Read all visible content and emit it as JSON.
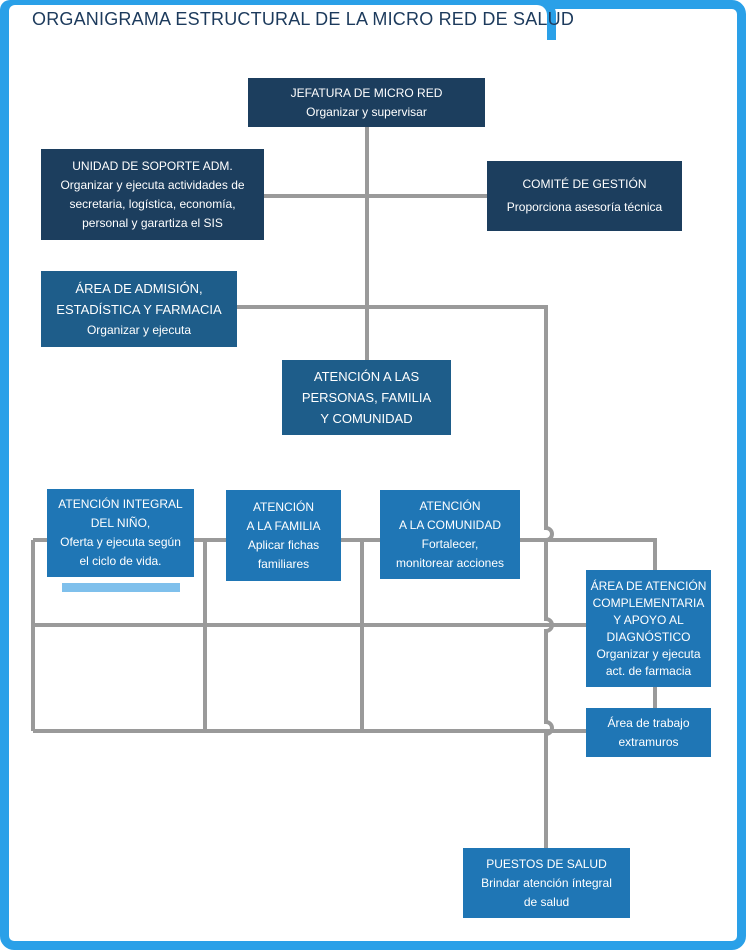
{
  "title": "ORGANIGRAMA ESTRUCTURAL DE LA MICRO RED DE SALUD",
  "colors": {
    "frame": "#2aa0e8",
    "connector": "#9a9a9a",
    "box_dark": "#1c3e5e",
    "box_mid": "#1e5d8a",
    "box_light": "#1f76b5"
  },
  "boxes": {
    "jefatura": {
      "lines": [
        "JEFATURA DE MICRO RED",
        "Organizar y supervisar"
      ]
    },
    "soporte": {
      "lines": [
        "UNIDAD DE  SOPORTE ADM.",
        "Organizar y ejecuta actividades de",
        "secretaria, logística, economía,",
        "personal y garartiza el SIS"
      ]
    },
    "comite": {
      "lines": [
        "COMITÉ DE  GESTIÓN",
        "Proporciona  asesoría técnica"
      ]
    },
    "admision": {
      "lines": [
        "ÁREA DE ADMISIÓN,",
        "ESTADÍSTICA Y FARMACIA",
        "Organizar y ejecuta"
      ]
    },
    "atencion_personas": {
      "lines": [
        "ATENCIÓN A LAS",
        "PERSONAS, FAMILIA",
        "Y COMUNIDAD"
      ]
    },
    "nino": {
      "lines": [
        "ATENCIÓN INTEGRAL",
        "DEL NIÑO,",
        "Oferta y ejecuta  según",
        "el ciclo de  vida."
      ]
    },
    "familia": {
      "lines": [
        "ATENCIÓN",
        "A LA FAMILIA",
        "Aplicar fichas",
        "familiares"
      ]
    },
    "comunidad": {
      "lines": [
        "ATENCIÓN",
        "A LA COMUNIDAD",
        "Fortalecer,",
        "monitorear acciones"
      ]
    },
    "complementaria": {
      "lines": [
        "ÁREA DE ATENCIÓN",
        "COMPLEMENTARIA",
        "Y APOYO AL",
        "DIAGNÓSTICO",
        "Organizar y ejecuta",
        "act. de farmacia"
      ]
    },
    "extramuros": {
      "lines": [
        "Área de trabajo",
        "extramuros"
      ]
    },
    "puestos": {
      "lines": [
        "PUESTOS DE SALUD",
        "Brindar atención íntegral",
        "de salud"
      ]
    }
  }
}
